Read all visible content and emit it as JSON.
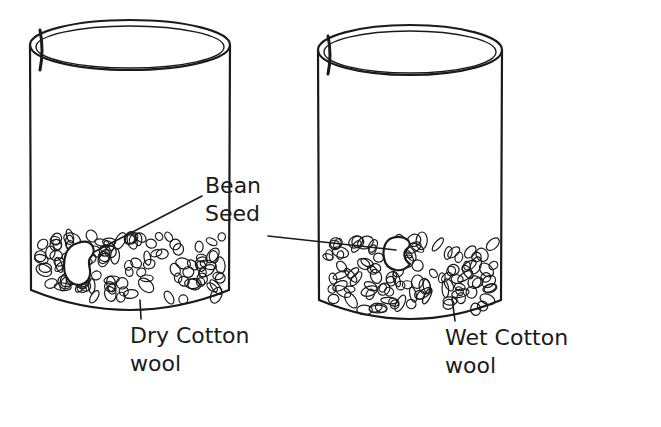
{
  "diagram": {
    "labels": [
      "Bean Seed",
      "Dry Cotton wool",
      "Wet Cotton wool"
    ]
  }
}
